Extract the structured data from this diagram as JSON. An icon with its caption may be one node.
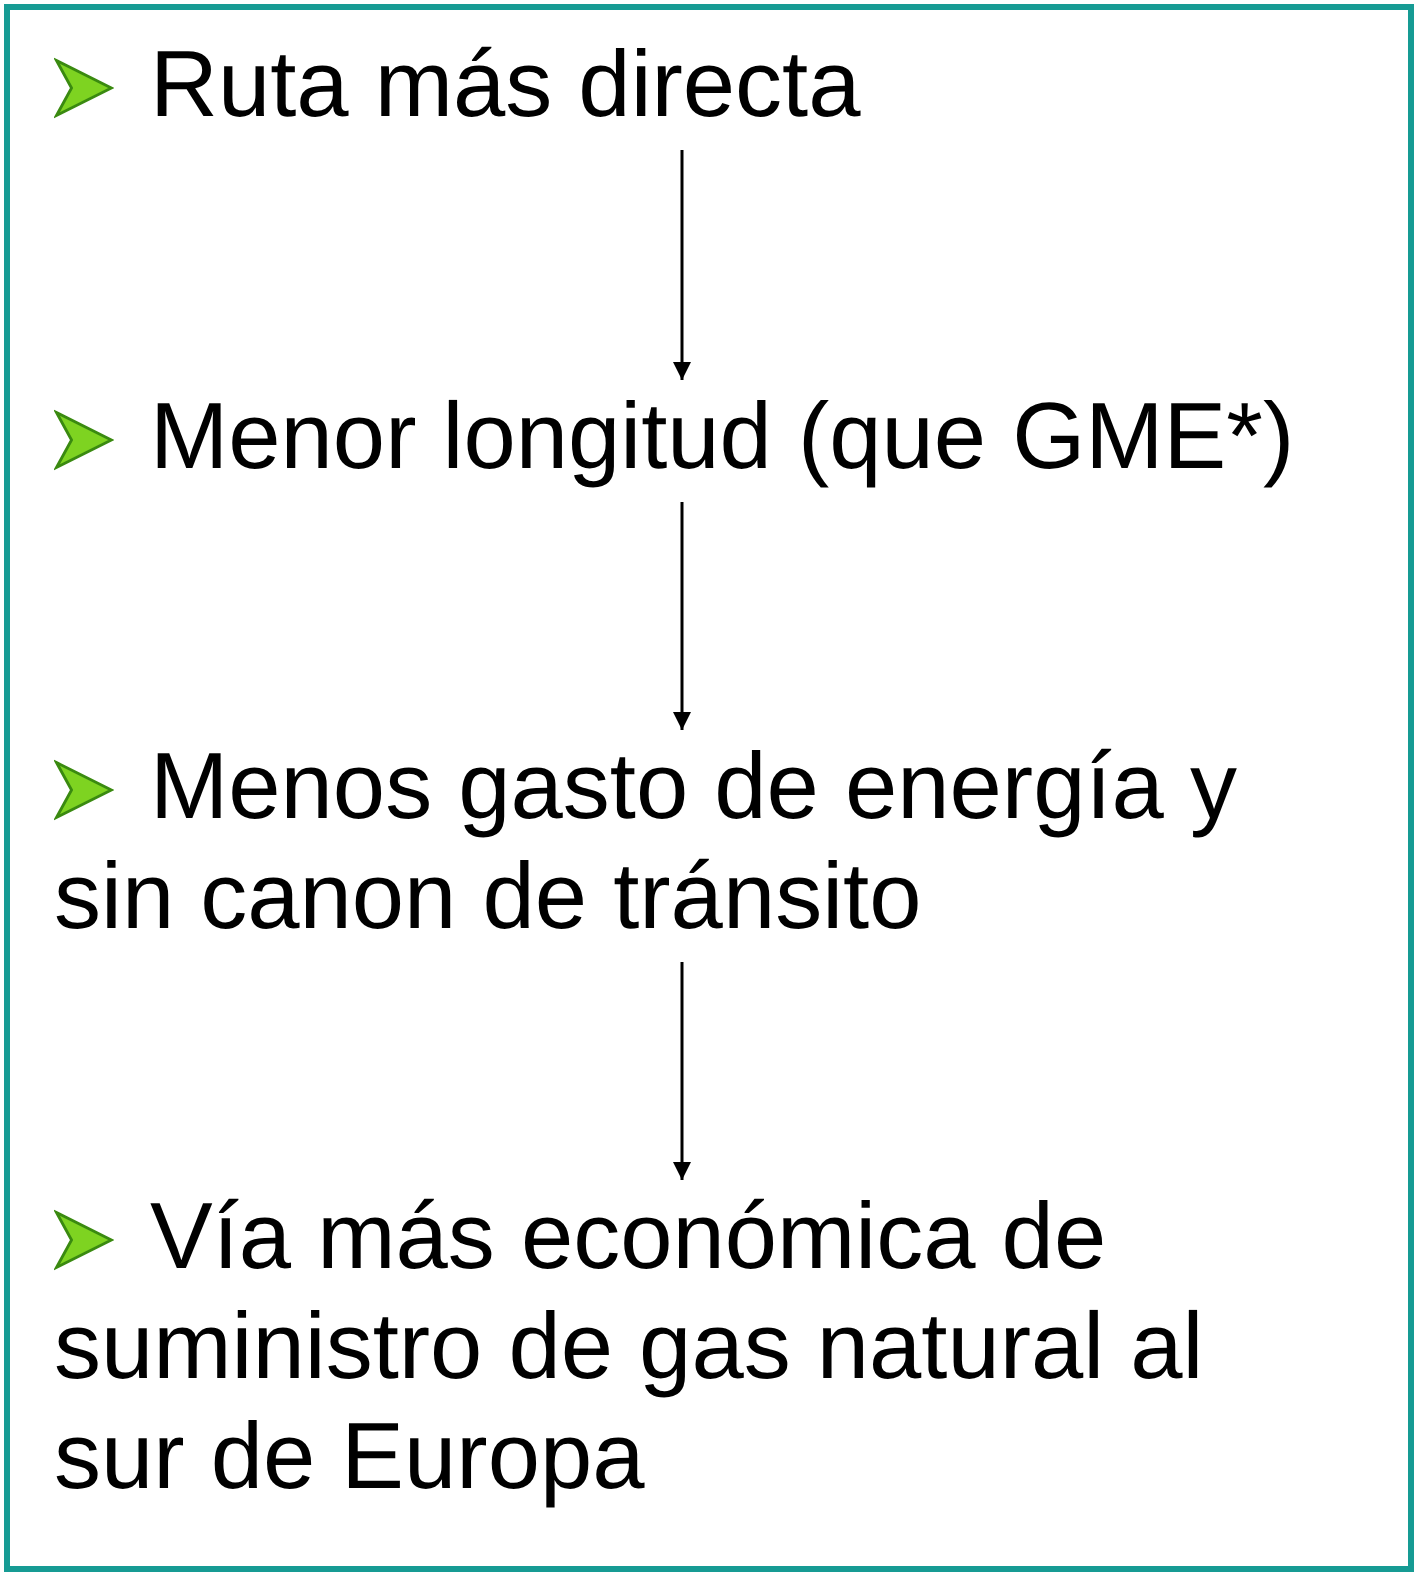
{
  "diagram": {
    "nodes": [
      {
        "text": [],
        "shape": "box"
      },
      {
        "text": [
          "Ruta más directa"
        ],
        "in": 0
      },
      {
        "text": [
          "Menor longitud (que GME*)"
        ],
        "in": 0
      },
      {
        "text": [
          "Menos gasto de energía y sin canon de tránsito"
        ],
        "in": 0
      },
      {
        "text": [
          "Vía más económica de suministro de gas natural al sur de Europa"
        ],
        "in": 0
      }
    ],
    "edges": [
      {
        "from": 1,
        "to": 2,
        "arrow": "to"
      },
      {
        "from": 2,
        "to": 3,
        "arrow": "to"
      },
      {
        "from": 3,
        "to": 4,
        "arrow": "to"
      }
    ]
  }
}
